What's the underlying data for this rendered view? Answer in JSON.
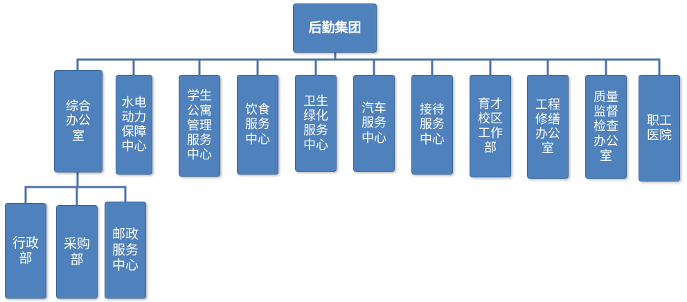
{
  "org_chart": {
    "root": {
      "label": "后勤集团"
    },
    "departments": [
      {
        "label": "综合\n办公\n室",
        "children": [
          {
            "label": "行政\n部"
          },
          {
            "label": "采购\n部"
          },
          {
            "label": "邮政\n服务\n中心"
          }
        ]
      },
      {
        "label": "水电\n动力\n保障\n中心"
      },
      {
        "label": "学生\n公寓\n管理\n服务\n中心"
      },
      {
        "label": "饮食\n服务\n中心"
      },
      {
        "label": "卫生\n绿化\n服务\n中心"
      },
      {
        "label": "汽车\n服务\n中心"
      },
      {
        "label": "接待\n服务\n中心"
      },
      {
        "label": "育才\n校区\n工作\n部"
      },
      {
        "label": "工程\n修缮\n办公\n室"
      },
      {
        "label": "质量\n监督\n检查\n办公\n室"
      },
      {
        "label": "职工\n医院"
      }
    ],
    "colors": {
      "box": "#4f81bd",
      "border": "#3a6798",
      "line": "#4a72a8",
      "text": "#ffffff"
    }
  }
}
